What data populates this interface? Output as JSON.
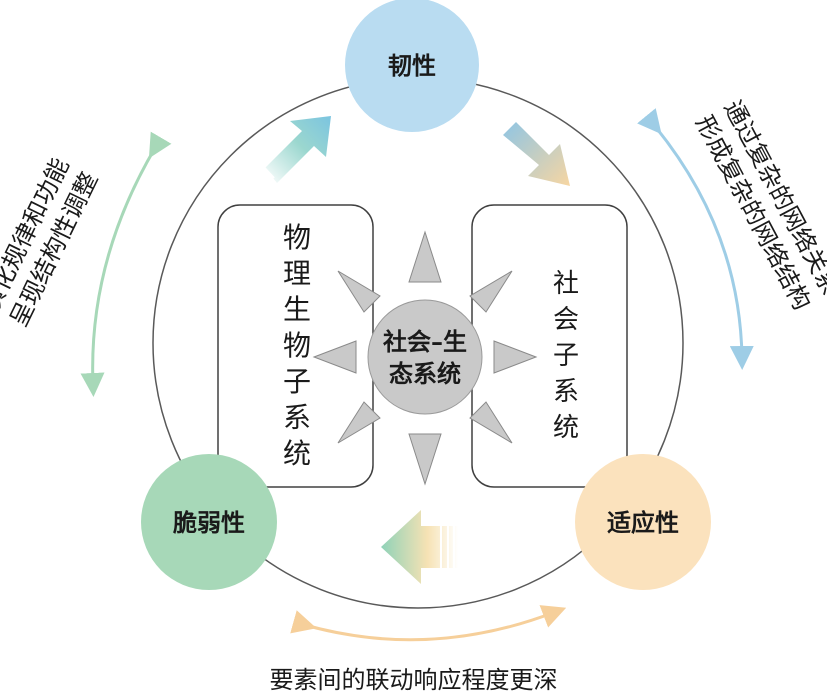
{
  "nodes": {
    "top": {
      "label": "韧性",
      "color": "#b9dcf1"
    },
    "left": {
      "label": "脆弱性",
      "color": "#a7d8b8"
    },
    "right": {
      "label": "适应性",
      "color": "#fbe2bd"
    }
  },
  "center": {
    "line1": "社会–生",
    "line2": "态系统",
    "color": "#c9c9c9"
  },
  "subsystems": {
    "physical": {
      "chars": [
        "物",
        "理",
        "生",
        "物",
        "子",
        "系",
        "统"
      ]
    },
    "social": {
      "chars": [
        "社",
        "会",
        "子",
        "系",
        "统"
      ]
    }
  },
  "annotations": {
    "left_line1": "演化规律和功能",
    "left_line2": "呈现结构性调整",
    "right_line1": "通过复杂的网络关系",
    "right_line2": "形成复杂的网络结构",
    "bottom": "要素间的联动响应程度更深"
  },
  "colors": {
    "outer_ring": "#595959",
    "arrow_blue": "#9ecde6",
    "arrow_green": "#a7d8b8",
    "arrow_orange": "#f6cf9a"
  }
}
